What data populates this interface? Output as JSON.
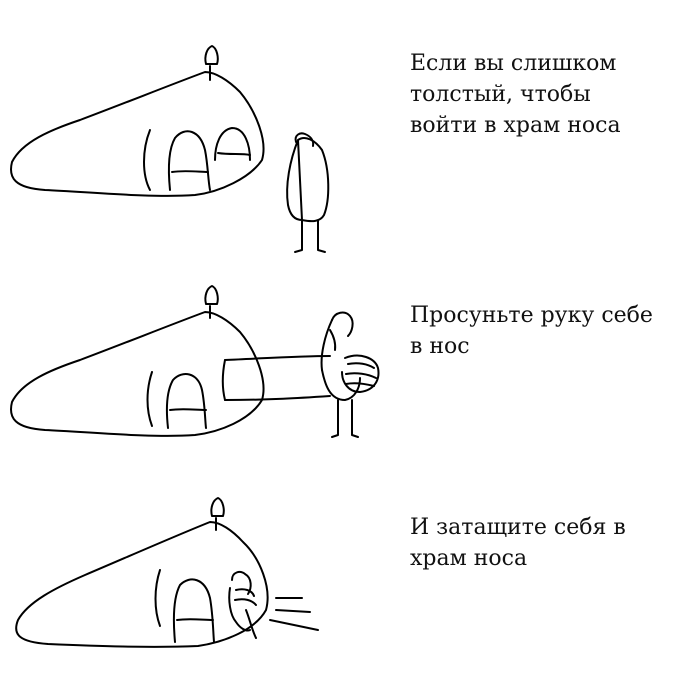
{
  "panels": [
    {
      "caption": "Если вы слишком\nтолстый, чтобы\nвойти в храм носа"
    },
    {
      "caption": "Просуньте руку себе\nв нос"
    },
    {
      "caption": "И затащите себя в\nхрам носа"
    }
  ],
  "colors": {
    "ink": "#000000",
    "background": "#ffffff"
  }
}
